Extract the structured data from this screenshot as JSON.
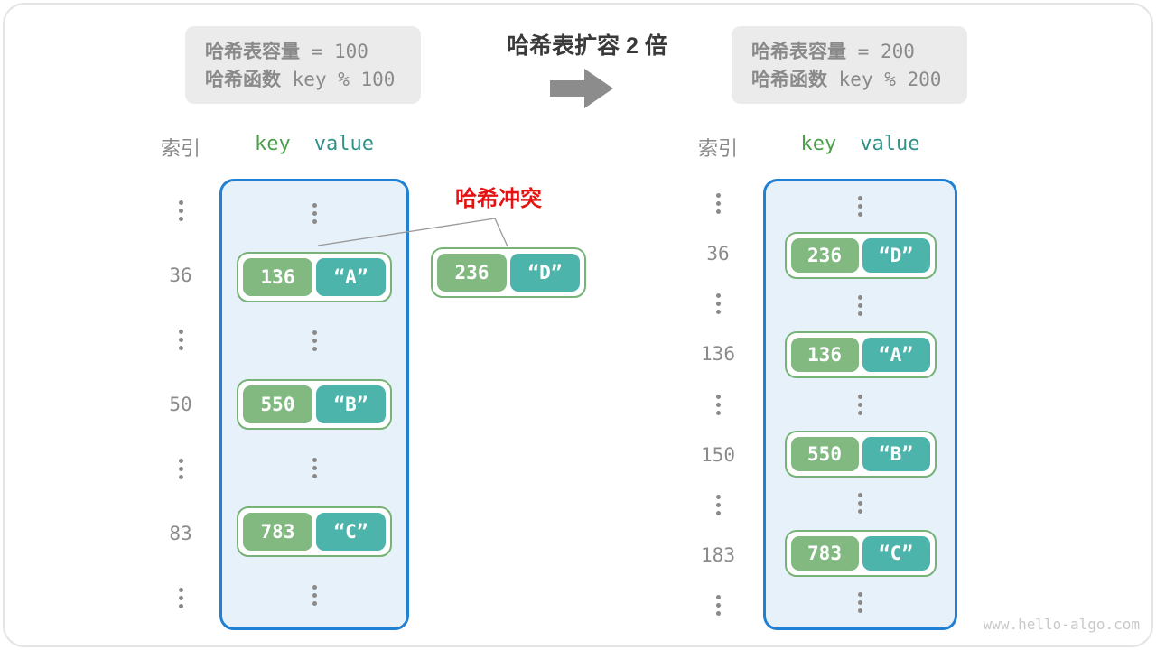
{
  "header": {
    "left_box": {
      "line1_label": "哈希表容量",
      "line1_value": "= 100",
      "line2_label": "哈希函数",
      "line2_value": "key % 100"
    },
    "expand_title": "哈希表扩容 2 倍",
    "right_box": {
      "line1_label": "哈希表容量",
      "line1_value": "= 200",
      "line2_label": "哈希函数",
      "line2_value": "key % 200"
    }
  },
  "collision_label": "哈希冲突",
  "collision_pair": {
    "key": "236",
    "value": "“D”"
  },
  "left_table": {
    "header_index": "索引",
    "header_key": "key",
    "header_value": "value",
    "rows": [
      {
        "type": "dots",
        "index": ""
      },
      {
        "type": "pair",
        "index": "36",
        "key": "136",
        "value": "“A”"
      },
      {
        "type": "dots",
        "index": ""
      },
      {
        "type": "pair",
        "index": "50",
        "key": "550",
        "value": "“B”"
      },
      {
        "type": "dots",
        "index": ""
      },
      {
        "type": "pair",
        "index": "83",
        "key": "783",
        "value": "“C”"
      },
      {
        "type": "dots",
        "index": ""
      }
    ]
  },
  "right_table": {
    "header_index": "索引",
    "header_key": "key",
    "header_value": "value",
    "rows": [
      {
        "type": "dots",
        "index": ""
      },
      {
        "type": "pair",
        "index": "36",
        "key": "236",
        "value": "“D”"
      },
      {
        "type": "dots",
        "index": ""
      },
      {
        "type": "pair",
        "index": "136",
        "key": "136",
        "value": "“A”"
      },
      {
        "type": "dots",
        "index": ""
      },
      {
        "type": "pair",
        "index": "150",
        "key": "550",
        "value": "“B”"
      },
      {
        "type": "dots",
        "index": ""
      },
      {
        "type": "pair",
        "index": "183",
        "key": "783",
        "value": "“C”"
      },
      {
        "type": "dots",
        "index": ""
      }
    ]
  },
  "watermark": "www.hello-algo.com",
  "colors": {
    "key_green": "#81b981",
    "value_teal": "#4cb4aa",
    "pair_border_green": "#77b377",
    "table_border_blue": "#1f80d4",
    "table_bg_blue": "#e7f1fa",
    "header_key_green": "#4b9e4b",
    "header_value_teal": "#2f9188",
    "collision_red": "#e51212",
    "info_box_bg": "#ebebeb",
    "gray_text": "#8a8a8a",
    "arrow_gray": "#8c8c8c",
    "watermark_gray": "#c9c9c9"
  }
}
